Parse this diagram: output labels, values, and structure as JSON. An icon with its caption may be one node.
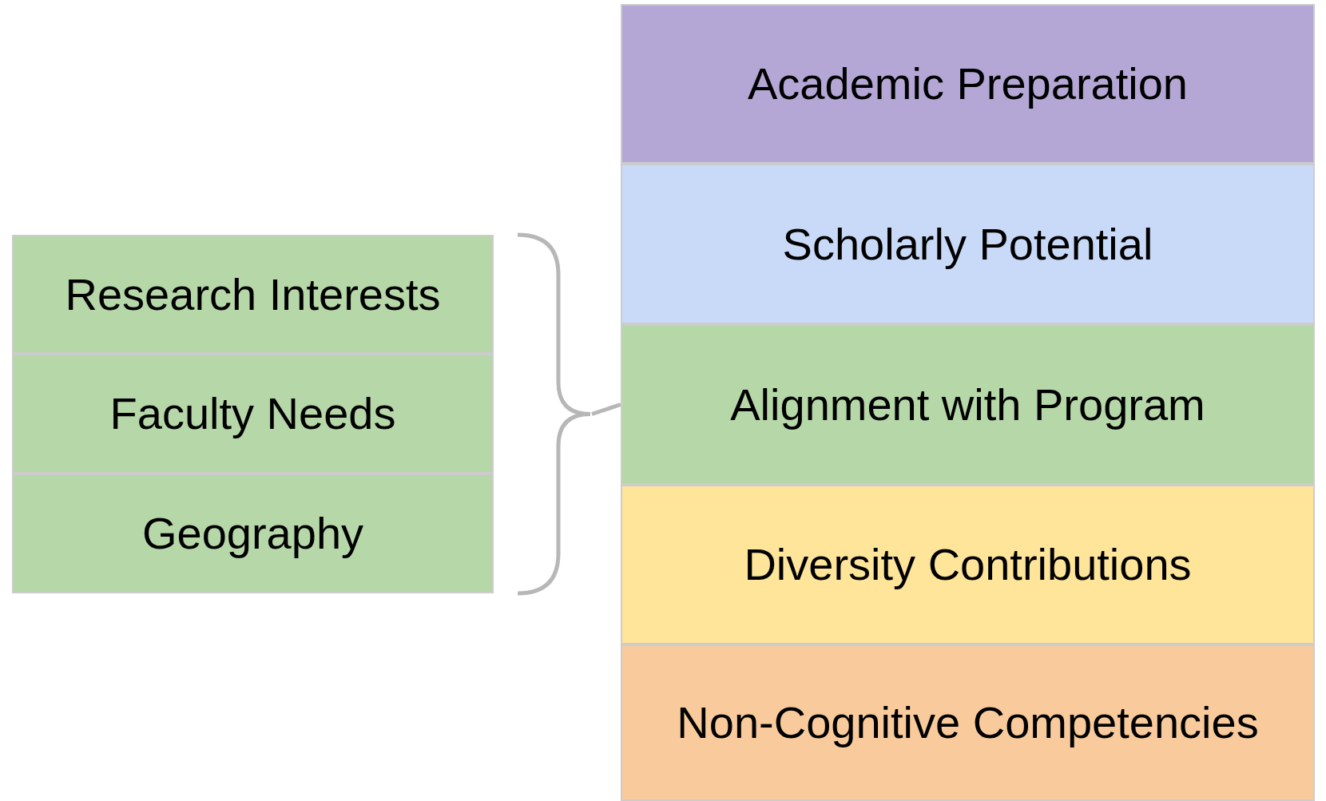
{
  "diagram": {
    "nodes": [
      {
        "text": [
          "Research Interests"
        ]
      },
      {
        "text": [
          "Faculty Needs"
        ]
      },
      {
        "text": [
          "Geography"
        ]
      },
      {
        "text": [],
        "shape": "brace"
      },
      {
        "text": [
          "Academic Preparation"
        ]
      },
      {
        "text": [
          "Scholarly Potential"
        ]
      },
      {
        "text": [
          "Alignment with Program"
        ]
      },
      {
        "text": [
          "Diversity Contributions"
        ]
      },
      {
        "text": [
          "Non-Cognitive Competencies"
        ]
      }
    ],
    "edges": [
      {
        "from": 3,
        "to": 6,
        "arrow": "none"
      }
    ]
  }
}
